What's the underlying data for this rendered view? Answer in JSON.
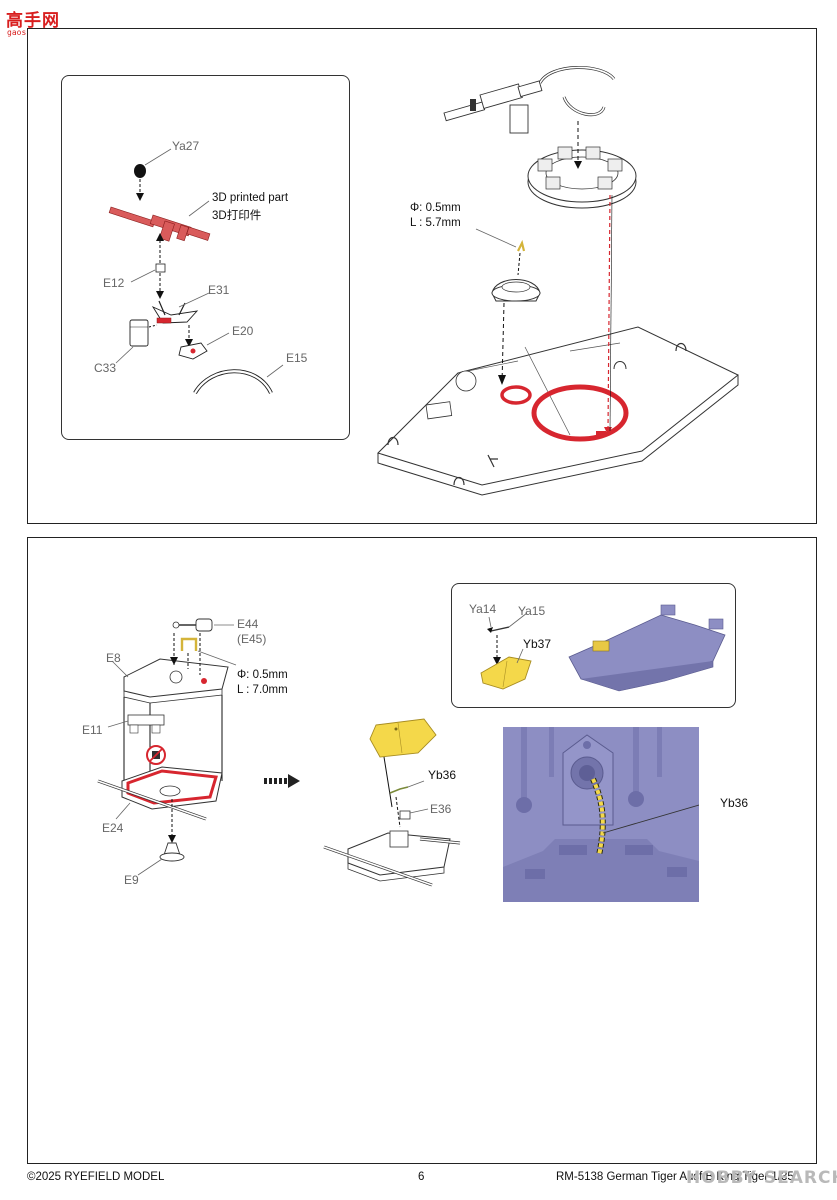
{
  "site_logo": {
    "title": "高手网",
    "url_text": "gaoshou.com"
  },
  "step_a": {
    "callouts": {
      "ya27": "Ya27",
      "printed_en": "3D printed part",
      "printed_zh": "3D打印件",
      "e12": "E12",
      "e31": "E31",
      "e20": "E20",
      "c33": "C33",
      "e15": "E15"
    },
    "wire": {
      "diameter": "Φ: 0.5mm",
      "length": "L : 5.7mm"
    }
  },
  "step_b": {
    "callouts": {
      "e44": "E44",
      "e45": "(E45)",
      "e8": "E8",
      "e11": "E11",
      "e24": "E24",
      "e9": "E9",
      "yb36": "Yb36",
      "e36": "E36"
    },
    "wire": {
      "diameter": "Φ: 0.5mm",
      "length": "L : 7.0mm"
    },
    "inset": {
      "ya14": "Ya14",
      "ya15": "Ya15",
      "yb37": "Yb37"
    },
    "photo_callout": "Yb36"
  },
  "footer": {
    "copyright": "©2025 RYEFIELD MODEL",
    "page_number": "6",
    "kit_title": "RM-5138 German Tiger Ausf.B King Tiger 1/35"
  },
  "watermark": "HOBBY SEARCH",
  "colors": {
    "highlight": "#d7262f",
    "photo_etch": "#f4d84a",
    "photo_bg": "#8d8ec3"
  }
}
